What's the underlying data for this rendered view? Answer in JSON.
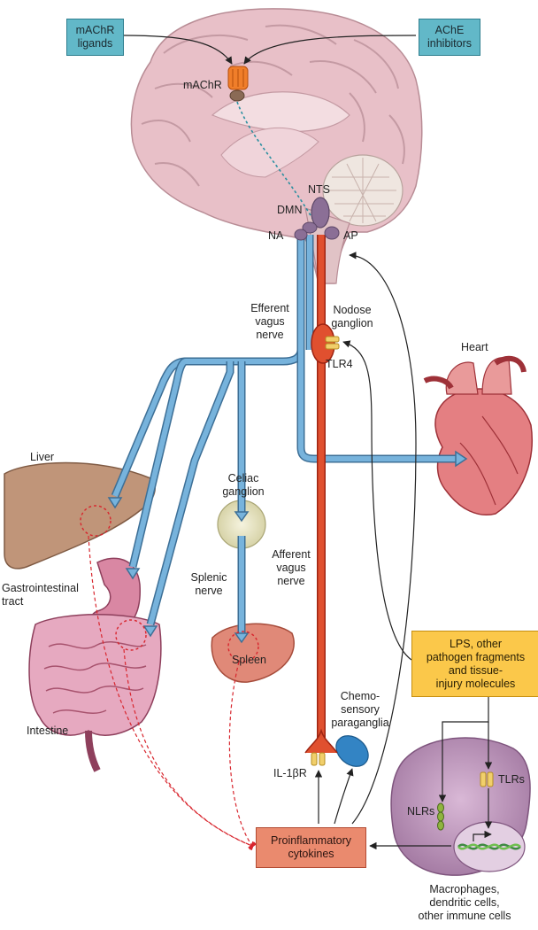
{
  "boxes": {
    "machr_ligands": "mAChR\nligands",
    "ache_inhibitors": "AChE\ninhibitors",
    "lps": "LPS, other\npathogen fragments\nand tissue-\ninjury molecules",
    "cytokines": "Proinflammatory\ncytokines"
  },
  "labels": {
    "machr": "mAChR",
    "nts": "NTS",
    "dmn": "DMN",
    "na": "NA",
    "ap": "AP",
    "efferent": "Efferent\nvagus\nnerve",
    "nodose": "Nodose\nganglion",
    "tlr4": "TLR4",
    "heart": "Heart",
    "liver": "Liver",
    "celiac": "Celiac\nganglion",
    "gi": "Gastrointestinal\ntract",
    "splenic": "Splenic\nnerve",
    "afferent": "Afferent\nvagus\nnerve",
    "spleen": "Spleen",
    "intestine": "Intestine",
    "chemo": "Chemo-\nsensory\nparaganglia",
    "il1br": "IL-1βR",
    "tlrs": "TLRs",
    "nlrs": "NLRs",
    "immune": "Macrophages,\ndendritic cells,\nother immune cells"
  },
  "colors": {
    "efferent_nerve": "#5b9cc9",
    "afferent_nerve": "#d9452b",
    "brain": "#e3b7c0",
    "heart": "#e07a7e",
    "liver": "#b88a6f",
    "inhibition_dash": "#d8262e",
    "cell": "#b98fb6"
  }
}
